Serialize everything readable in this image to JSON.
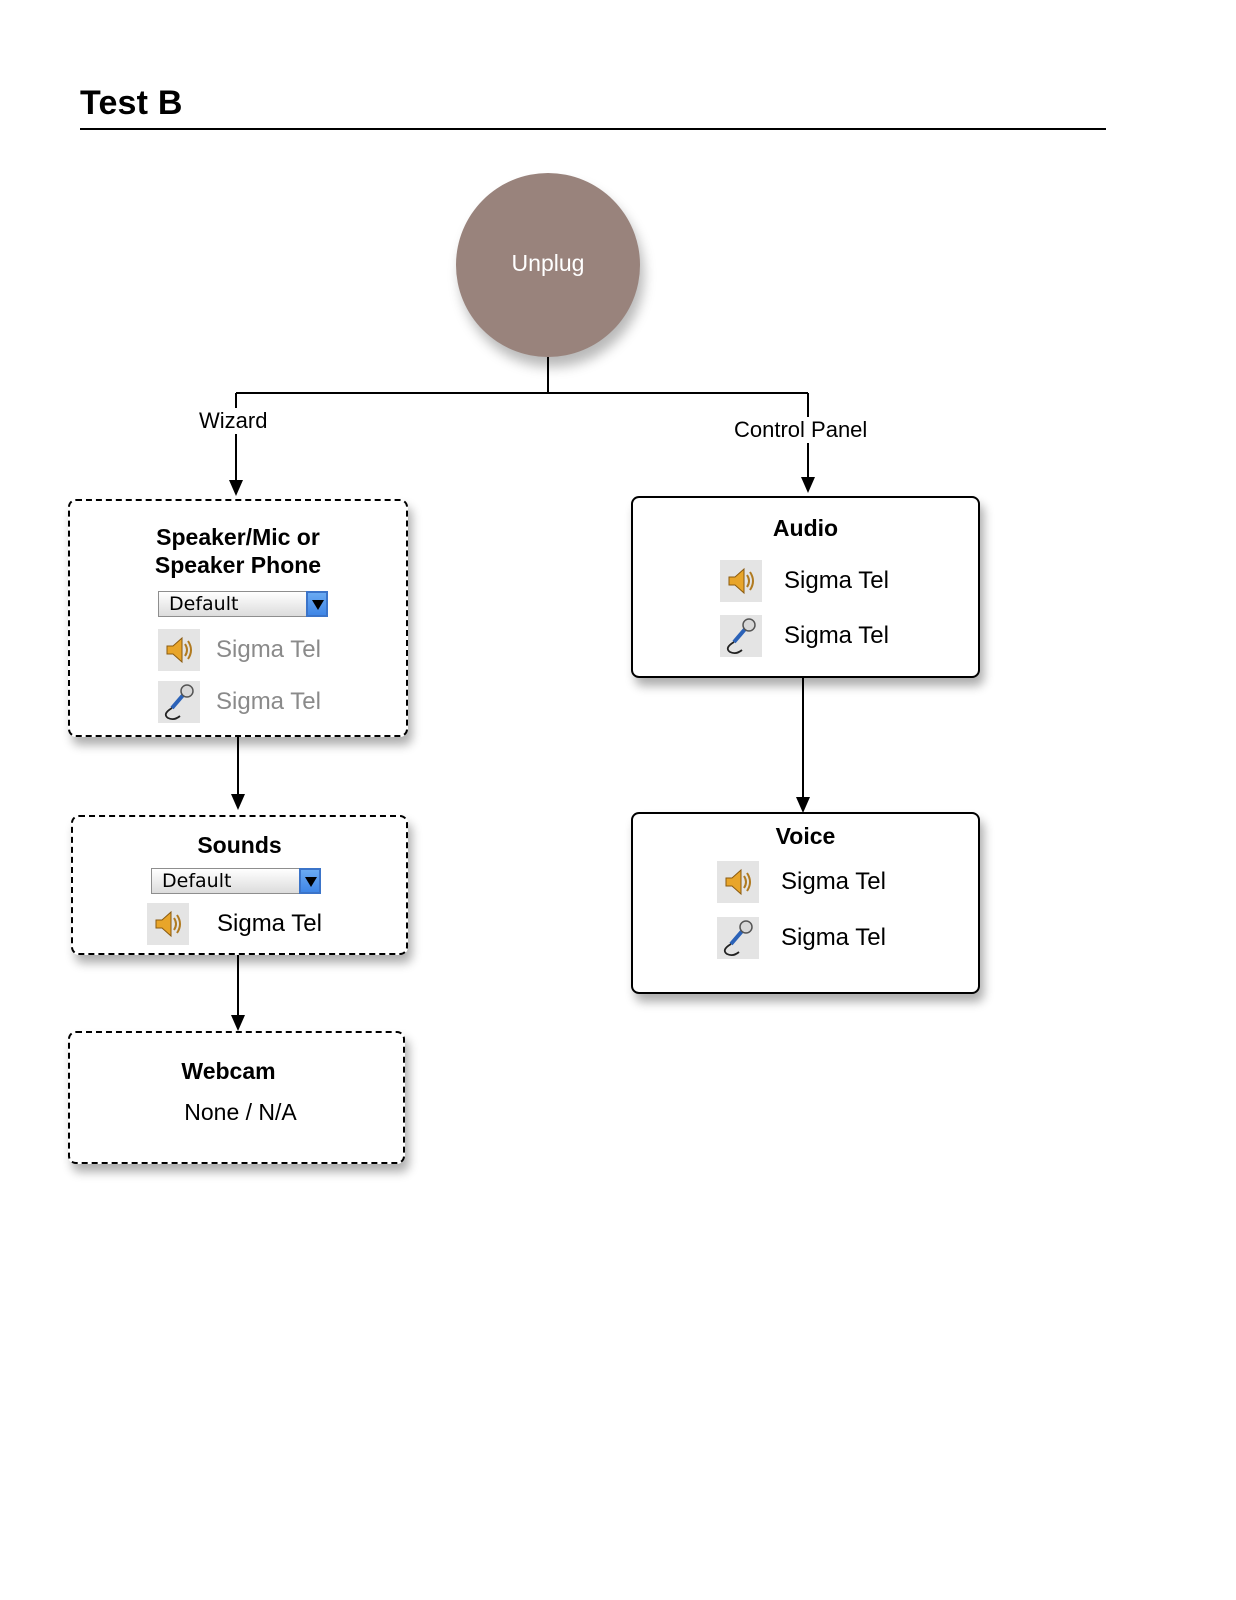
{
  "page": {
    "title": "Test B"
  },
  "start": {
    "label": "Unplug"
  },
  "edges": {
    "wizard": "Wizard",
    "control_panel": "Control Panel"
  },
  "wizard": {
    "speaker": {
      "title_line1": "Speaker/Mic or",
      "title_line2": "Speaker Phone",
      "select_value": "Default",
      "devices": [
        {
          "icon": "speaker-icon",
          "label": "Sigma Tel"
        },
        {
          "icon": "microphone-icon",
          "label": "Sigma Tel"
        }
      ]
    },
    "sounds": {
      "title": "Sounds",
      "select_value": "Default",
      "devices": [
        {
          "icon": "speaker-icon",
          "label": "Sigma Tel"
        }
      ]
    },
    "webcam": {
      "title": "Webcam",
      "value": "None / N/A"
    }
  },
  "control_panel": {
    "audio": {
      "title": "Audio",
      "devices": [
        {
          "icon": "speaker-icon",
          "label": "Sigma Tel"
        },
        {
          "icon": "microphone-icon",
          "label": "Sigma Tel"
        }
      ]
    },
    "voice": {
      "title": "Voice",
      "devices": [
        {
          "icon": "speaker-icon",
          "label": "Sigma Tel"
        },
        {
          "icon": "microphone-icon",
          "label": "Sigma Tel"
        }
      ]
    }
  }
}
